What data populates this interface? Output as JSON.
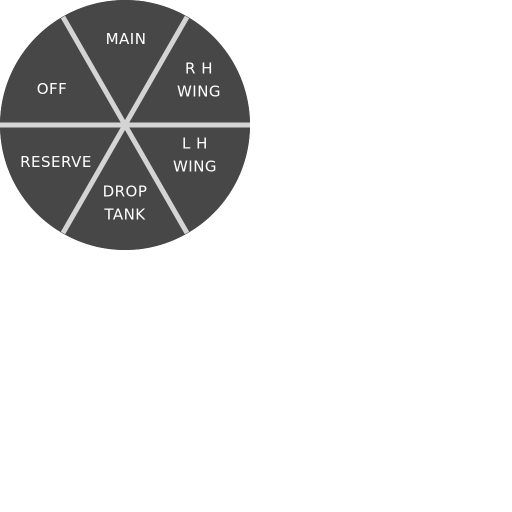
{
  "selector": {
    "sectors": [
      {
        "id": "main",
        "lines": [
          "MAIN"
        ]
      },
      {
        "id": "rh-wing",
        "lines": [
          "R H",
          "WING"
        ]
      },
      {
        "id": "lh-wing",
        "lines": [
          "L H",
          "WING"
        ]
      },
      {
        "id": "drop-tank",
        "lines": [
          "DROP",
          "TANK"
        ]
      },
      {
        "id": "reserve",
        "lines": [
          "RESERVE"
        ]
      },
      {
        "id": "off",
        "lines": [
          "OFF"
        ]
      }
    ],
    "colors": {
      "sector_fill": "#474747",
      "divider": "#d4d4d4"
    }
  }
}
